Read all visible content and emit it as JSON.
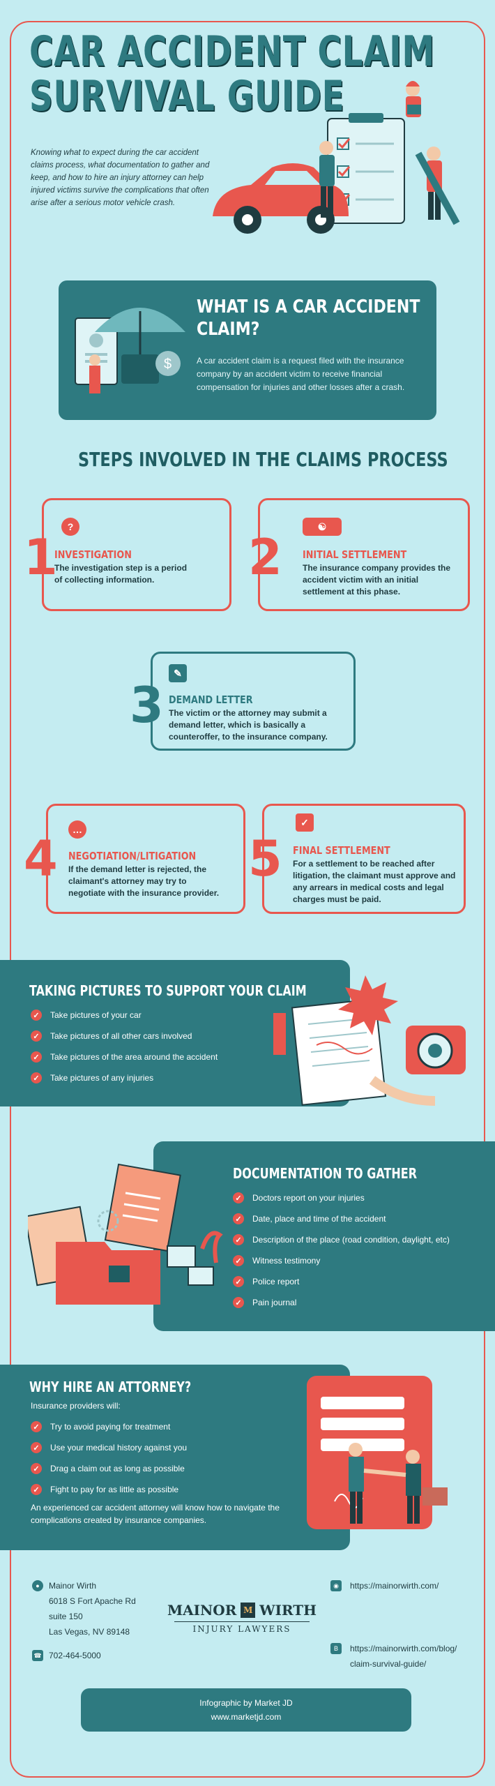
{
  "header": {
    "title_line1": "CAR ACCIDENT CLAIM",
    "title_line2": "SURVIVAL GUIDE",
    "intro": "Knowing what to expect during the car accident claims process, what documentation to gather and keep, and how to hire an injury attorney can help injured victims survive the complications that often arise after a serious motor vehicle crash."
  },
  "what": {
    "heading_line1": "WHAT IS A CAR ACCIDENT",
    "heading_line2": "CLAIM?",
    "text": "A car accident claim is a request filed with the insurance company by an accident victim to receive financial compensation for injuries and other losses after a crash."
  },
  "steps": {
    "heading": "STEPS INVOLVED IN THE CLAIMS PROCESS",
    "items": [
      {
        "number": "1",
        "title": "INVESTIGATION",
        "text": "The investigation step is a period of collecting information."
      },
      {
        "number": "2",
        "title": "INITIAL SETTLEMENT",
        "text": "The insurance company provides the accident victim with an initial settlement at this phase."
      },
      {
        "number": "3",
        "title": "DEMAND LETTER",
        "text": "The victim or the attorney may submit a demand letter, which is basically a counteroffer, to the insurance company."
      },
      {
        "number": "4",
        "title": "NEGOTIATION/LITIGATION",
        "text": "If the demand letter is rejected, the claimant's attorney may try to negotiate with the insurance provider."
      },
      {
        "number": "5",
        "title": "FINAL SETTLEMENT",
        "text": "For a settlement to be reached after litigation, the claimant must approve and any arrears in medical costs and legal charges must be paid."
      }
    ]
  },
  "pictures": {
    "heading": "TAKING PICTURES TO SUPPORT YOUR CLAIM",
    "items": [
      "Take pictures of your car",
      "Take pictures of all other cars involved",
      "Take pictures of the area around the accident",
      "Take pictures of any injuries"
    ]
  },
  "documentation": {
    "heading": "DOCUMENTATION TO GATHER",
    "items": [
      "Doctors report on your injuries",
      "Date, place and time of the accident",
      "Description of the place (road condition, daylight, etc)",
      "Witness testimony",
      "Police report",
      "Pain journal"
    ]
  },
  "attorney": {
    "heading": "WHY HIRE AN ATTORNEY?",
    "subheading": "Insurance providers will:",
    "items": [
      "Try to avoid paying for treatment",
      "Use your medical history against you",
      "Drag a claim out as long as possible",
      "Fight to pay for as little as possible"
    ],
    "closing": "An experienced car accident attorney will know how to navigate the complications created by insurance companies."
  },
  "footer": {
    "name": "Mainor Wirth",
    "address1": "6018 S Fort Apache Rd",
    "address2": "suite 150",
    "address3": "Las Vegas, NV 89148",
    "phone": "702-464-5000",
    "logo_left": "MAINOR",
    "logo_mark": "M",
    "logo_right": "WIRTH",
    "logo_sub": "INJURY LAWYERS",
    "website": "https://mainorwirth.com/",
    "blog_line1": "https://mainorwirth.com/blog/",
    "blog_line2": "claim-survival-guide/",
    "credit_line1": "Infographic by Market JD",
    "credit_line2": "www.marketjd.com"
  },
  "colors": {
    "accent": "#e8574e",
    "teal": "#2e7a80",
    "background": "#c4ecf1"
  }
}
